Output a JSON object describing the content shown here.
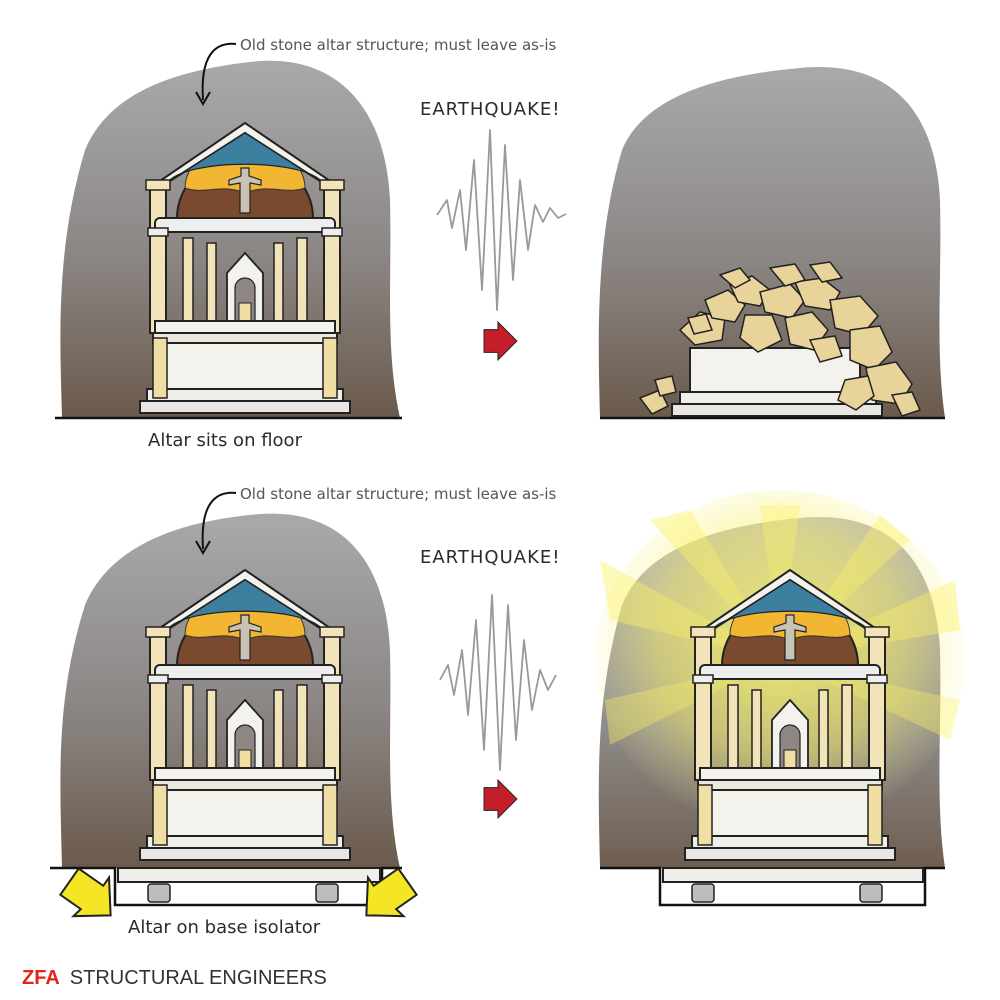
{
  "panels": {
    "top": {
      "note": "Old stone altar structure; must leave as-is",
      "event": "EARTHQUAKE!",
      "caption": "Altar sits on floor"
    },
    "bottom": {
      "note": "Old stone altar structure; must leave as-is",
      "event": "EARTHQUAKE!",
      "caption": "Altar on base isolator"
    }
  },
  "footer": {
    "brand_mark": "ZFA",
    "brand_name": "STRUCTURAL ENGINEERS"
  },
  "colors": {
    "arrow_red": "#c41e2a",
    "isolator_arrow_yellow": "#f5e625",
    "dome_brown": "#7a4a2e",
    "dome_gold": "#f2b632",
    "pediment_blue": "#3d7f9e",
    "stone": "#f2e4b8",
    "rubble": "#e8d49a"
  },
  "icons": [
    "down-arrow-icon",
    "red-arrow-icon",
    "seismic-wave-icon",
    "yellow-arrow-icon"
  ]
}
